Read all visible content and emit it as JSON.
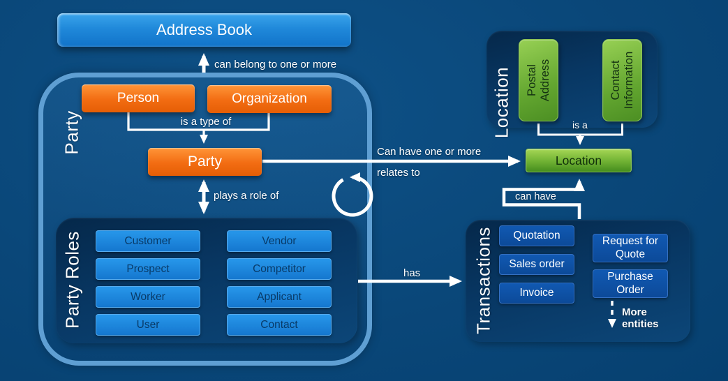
{
  "address_book": {
    "label": "Address Book"
  },
  "party_group": {
    "label": "Party",
    "person": "Person",
    "organization": "Organization",
    "party": "Party"
  },
  "party_roles_group": {
    "label": "Party Roles",
    "roles_left": [
      "Customer",
      "Prospect",
      "Worker",
      "User"
    ],
    "roles_right": [
      "Vendor",
      "Competitor",
      "Applicant",
      "Contact"
    ]
  },
  "location_group": {
    "label": "Location",
    "postal_address": "Postal Address",
    "contact_information": "Contact Information",
    "location": "Location"
  },
  "transactions_group": {
    "label": "Transactions",
    "items_left": [
      "Quotation",
      "Sales order",
      "Invoice"
    ],
    "items_right": [
      "Request for Quote",
      "Purchase Order"
    ],
    "more": "More entities"
  },
  "edge_labels": {
    "can_belong": "can belong to one or more",
    "is_a_type_of": "is a type of",
    "plays_a_role_of": "plays a role of",
    "can_have_one_or_more": "Can have one or more",
    "relates_to": "relates to",
    "is_a": "is a",
    "can_have": "can have",
    "has": "has"
  },
  "colors": {
    "background": "#0a4779",
    "container_border": "#5f9fd3",
    "container_navy": "#083763",
    "entity_orange": "#f26c12",
    "role_blue": "#1b86de",
    "transaction_blue": "#0e52a6",
    "location_green": "#6fb133",
    "address_blue": "#2089da",
    "line_white": "#ffffff"
  }
}
